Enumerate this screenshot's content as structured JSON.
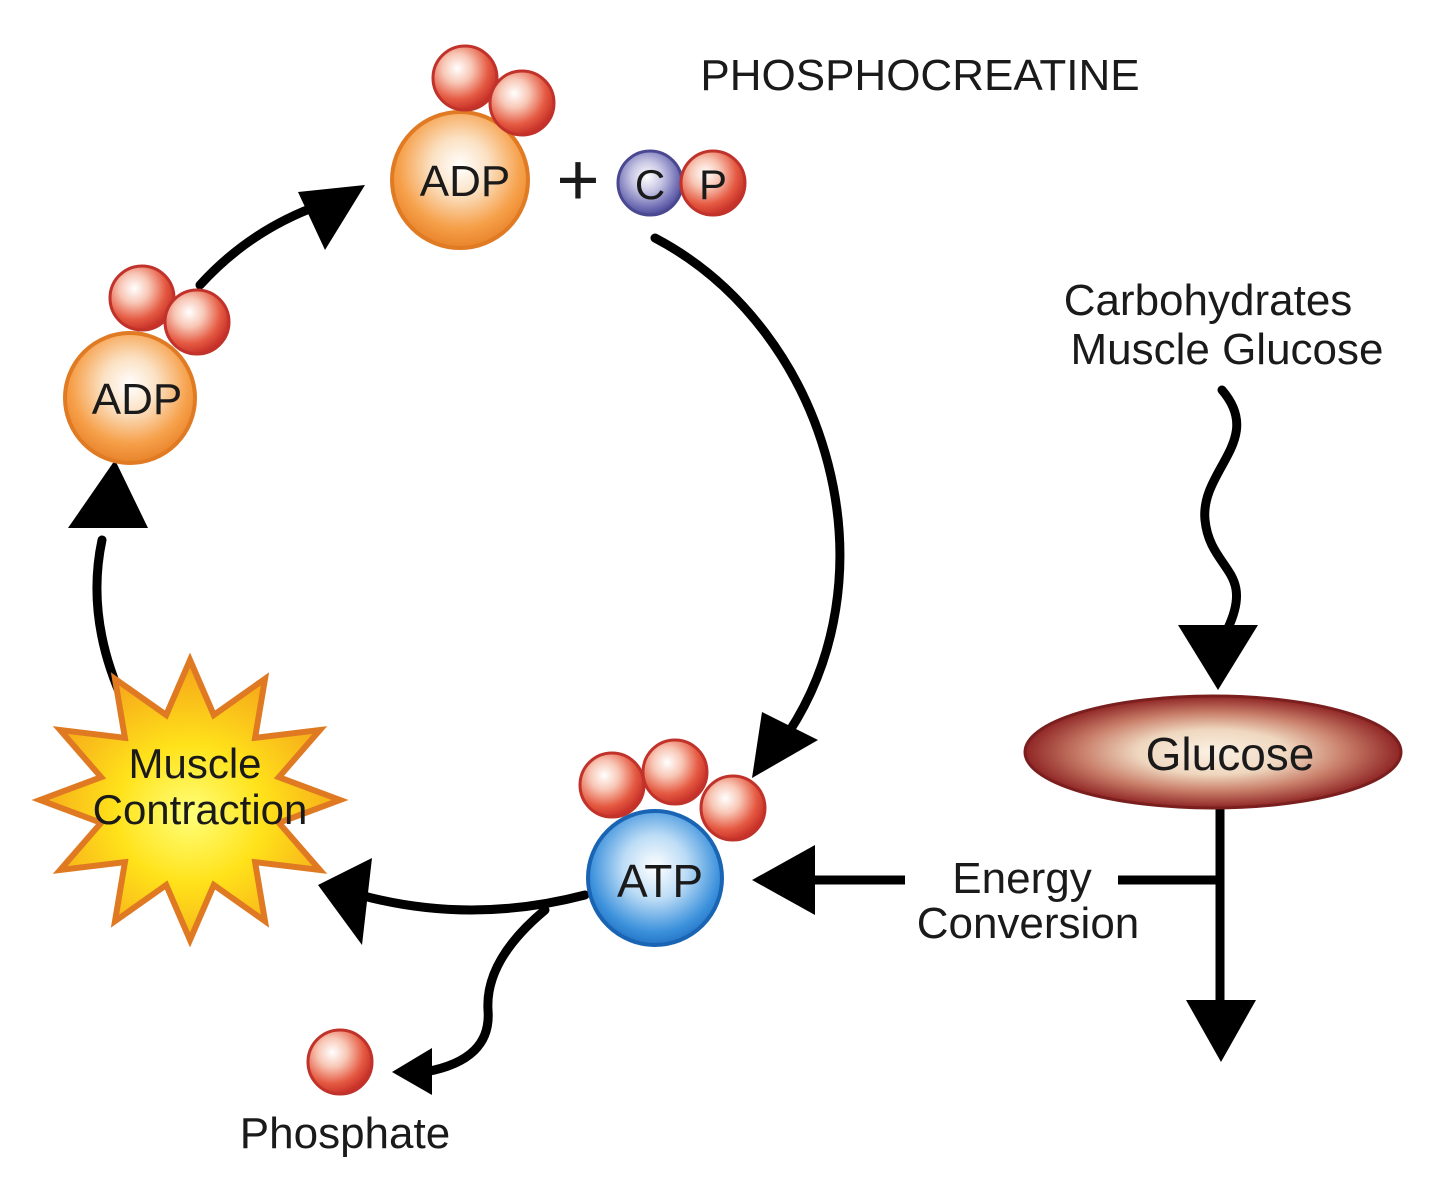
{
  "title": "PHOSPHOCREATINE",
  "molecules": {
    "adp_left": "ADP",
    "adp_top": "ADP",
    "plus": "+",
    "creatine": "C",
    "phosphate_small": "P",
    "atp": "ATP"
  },
  "muscle_contraction": {
    "line1": "Muscle",
    "line2": "Contraction"
  },
  "phosphate_label": "Phosphate",
  "carbohydrates": {
    "line1": "Carbohydrates",
    "line2": "Muscle Glucose"
  },
  "glucose": "Glucose",
  "energy_conversion": {
    "line1": "Energy",
    "line2": "Conversion"
  },
  "colors": {
    "adp_orange": "#f39a3a",
    "phosphate_red": "#e2453a",
    "creatine_purple": "#6a68b0",
    "atp_blue": "#2f88d8",
    "starburst_orange": "#ef8a2f",
    "starburst_yellow": "#ffd21a",
    "glucose_maroon": "#9a2a2a"
  }
}
